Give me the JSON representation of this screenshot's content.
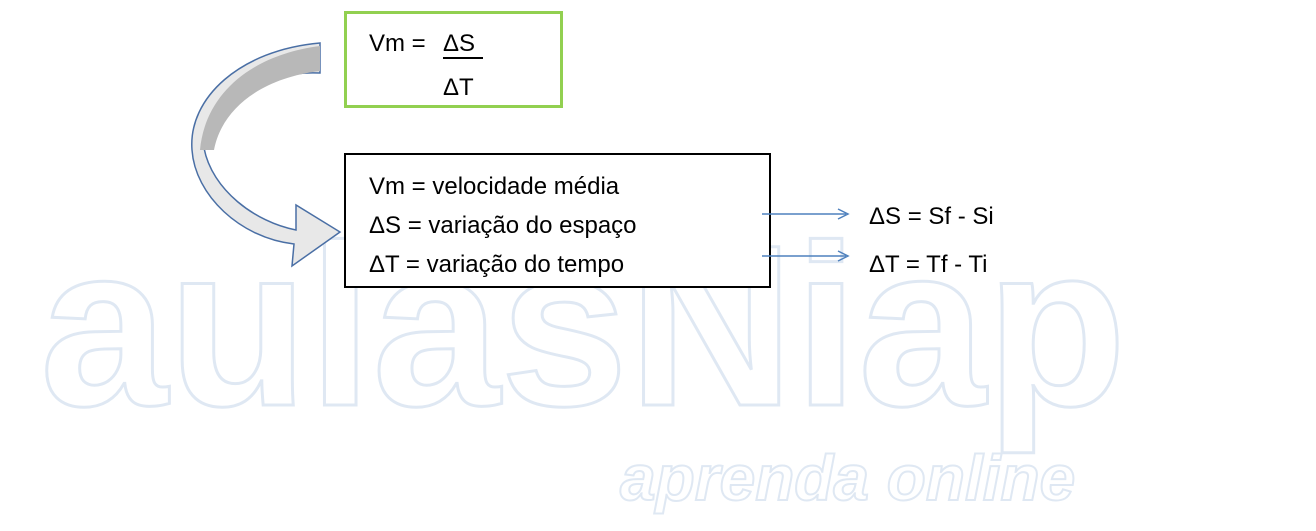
{
  "formula": {
    "lhs": "Vm =",
    "numerator": "ΔS",
    "denominator": "ΔT"
  },
  "definitions": [
    "Vm = velocidade média",
    "ΔS = variação do espaço",
    "ΔT = variação do tempo"
  ],
  "derived": [
    "ΔS = Sf - Si",
    "ΔT = Tf - Ti"
  ],
  "watermark": {
    "brand": "aulasNiap",
    "tagline": "aprenda online"
  },
  "colors": {
    "formula_border": "#92d050",
    "arrow_blue": "#4f81bd",
    "curved_arrow_fill": "#b3b3b3",
    "curved_arrow_stroke": "#4a6fa5",
    "watermark": "#dbe6f4"
  }
}
